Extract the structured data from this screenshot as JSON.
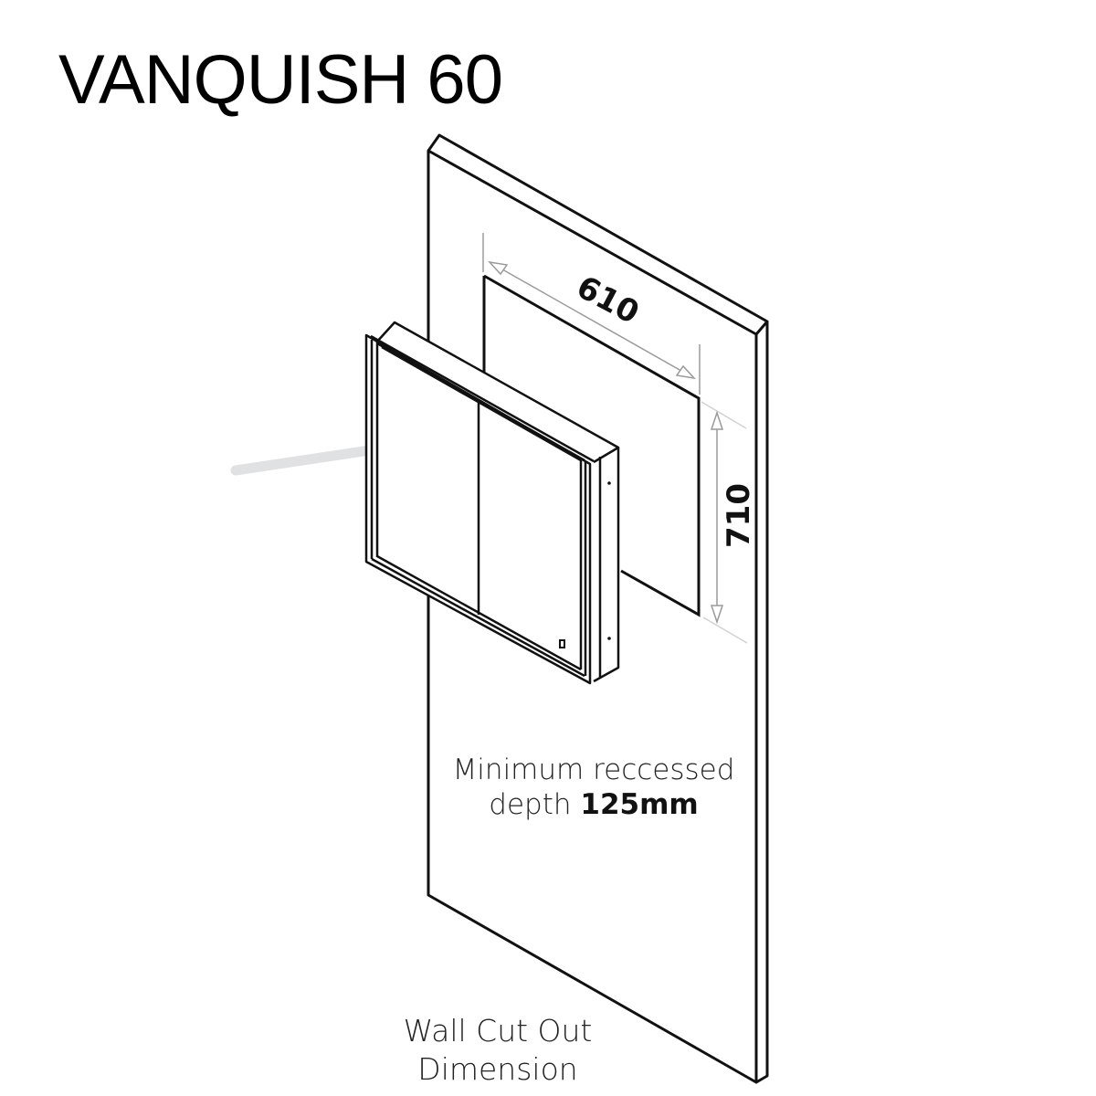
{
  "header": {
    "title": "VANQUISH 60"
  },
  "dimensions": {
    "width_label": "610",
    "height_label": "710",
    "unit": "mm"
  },
  "note": {
    "line1": "Minimum reccessed",
    "line2_prefix": "depth ",
    "line2_value": "125mm"
  },
  "caption": {
    "line1": "Wall Cut Out",
    "line2": "Dimension"
  },
  "colors": {
    "line": "#111111",
    "dimension_line": "#9a9a9a",
    "arrow_fill": "#dfe1e3",
    "background": "#ffffff"
  }
}
